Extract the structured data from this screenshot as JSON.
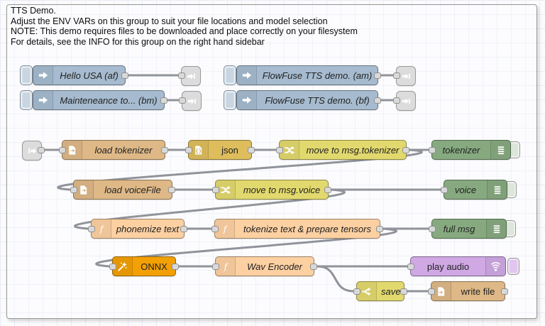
{
  "group": {
    "info_lines": [
      "TTS Demo.",
      "Adjust the ENV VARs on this group to suit your file locations and model selection",
      "NOTE: This demo requires files to be downloaded and place correctly on your filesystem",
      "For details, see the INFO for this group on the right hand sidebar"
    ]
  },
  "colors": {
    "inject": "#a6bbcf",
    "file": "#deb887",
    "json": "#debd5c",
    "change": "#e2d96e",
    "switch": "#e2d96e",
    "debug": "#87a980",
    "function": "#fdd0a2",
    "onnx": "#f2a004",
    "play_audio": "#cfa8e4",
    "link": "#dcdcdc",
    "wire": "#90939a",
    "group_border": "#979797"
  },
  "nodes": {
    "inject_hello_usa": {
      "label": "Hello USA (af)",
      "type": "inject"
    },
    "inject_maintenance": {
      "label": "Mainteneance to... (bm)",
      "type": "inject"
    },
    "inject_flowfuse_am": {
      "label": "FlowFuse TTS demo. (am)",
      "type": "inject"
    },
    "inject_flowfuse_bf": {
      "label": "FlowFuse TTS demo. (bf)",
      "type": "inject"
    },
    "load_tokenizer": {
      "label": "load tokenizer",
      "type": "file in"
    },
    "json_parser": {
      "label": "json",
      "type": "json"
    },
    "move_to_tokenizer": {
      "label": "move to msg.tokenizer",
      "type": "change"
    },
    "debug_tokenizer": {
      "label": "tokenizer",
      "type": "debug"
    },
    "load_voicefile": {
      "label": "load voiceFile",
      "type": "file in"
    },
    "move_to_voice": {
      "label": "move to msg.voice",
      "type": "change"
    },
    "debug_voice": {
      "label": "voice",
      "type": "debug"
    },
    "phonemize_text": {
      "label": "phonemize text",
      "type": "function"
    },
    "tokenize_text": {
      "label": "tokenize text & prepare tensors",
      "type": "function"
    },
    "debug_full_msg": {
      "label": "full msg",
      "type": "debug"
    },
    "onnx": {
      "label": "ONNX",
      "type": "onnx"
    },
    "wav_encoder": {
      "label": "Wav Encoder",
      "type": "function"
    },
    "play_audio": {
      "label": "play audio",
      "type": "play audio"
    },
    "save_switch": {
      "label": "save?",
      "type": "switch"
    },
    "write_file": {
      "label": "write file",
      "type": "file out"
    }
  }
}
